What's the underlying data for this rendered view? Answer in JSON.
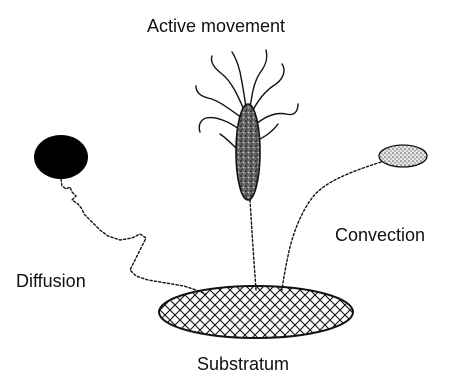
{
  "labels": {
    "active_movement": "Active movement",
    "diffusion": "Diffusion",
    "convection": "Convection",
    "substratum": "Substratum"
  },
  "colors": {
    "ink": "#111111",
    "background": "#ffffff",
    "stipple": "#bdbdbd"
  }
}
